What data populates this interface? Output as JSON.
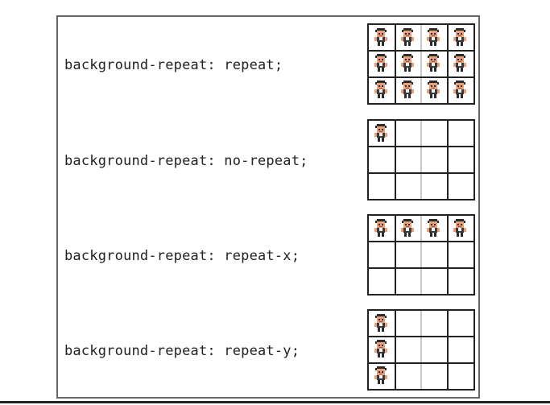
{
  "rows": [
    {
      "label": "background-repeat: repeat;",
      "mode": "repeat"
    },
    {
      "label": "background-repeat: no-repeat;",
      "mode": "no-repeat"
    },
    {
      "label": "background-repeat: repeat-x;",
      "mode": "repeat-x"
    },
    {
      "label": "background-repeat: repeat-y;",
      "mode": "repeat-y"
    }
  ],
  "tile_icon": "figure-sprite-icon"
}
